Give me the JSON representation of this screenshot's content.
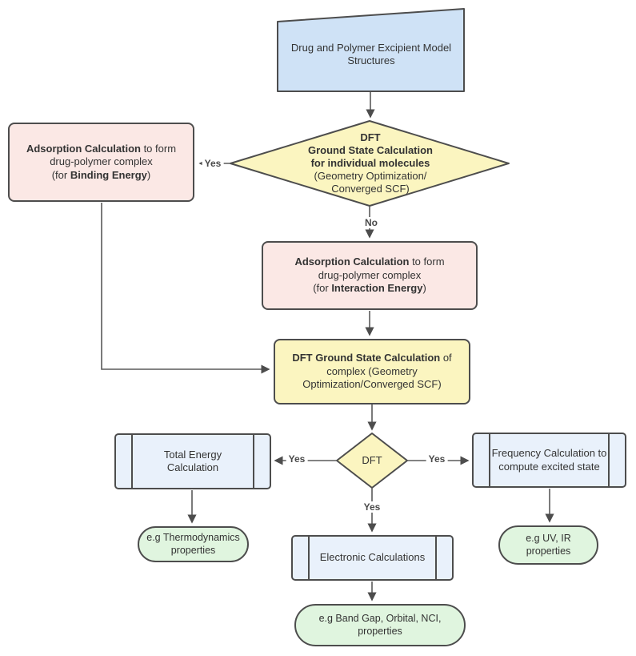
{
  "title": "DFT workflow flowchart for drug-polymer excipient modelling",
  "colors": {
    "canvas-bg": "#ffffff",
    "stroke": "#4d4d4d",
    "connector": "#5a5a5a",
    "text": "#333333",
    "node-blue": "#cfe2f6",
    "node-yellow": "#fbf5c0",
    "node-pink": "#fbe8e5",
    "node-lightblue": "#e9f1fb",
    "node-green": "#e0f5df"
  },
  "nodes": {
    "start": {
      "text": "Drug and Polymer Excipient Model Structures"
    },
    "dft_decision": {
      "line1": "DFT",
      "line2": "Ground State Calculation",
      "line3": "for individual molecules",
      "line4": "(Geometry Optimization/",
      "line5": "Converged SCF)"
    },
    "adsorption_binding": {
      "bold1": "Adsorption Calculation",
      "rest1": " to form",
      "line2": "drug-polymer complex",
      "pre3": "(for ",
      "bold3": "Binding Energy",
      "post3": ")"
    },
    "adsorption_interaction": {
      "bold1": "Adsorption Calculation",
      "rest1": " to form",
      "line2": "drug-polymer complex",
      "pre3": "(for ",
      "bold3": "Interaction Energy",
      "post3": ")"
    },
    "dft_complex": {
      "bold1": "DFT Ground State Calculation",
      "rest1": " of",
      "line2": "complex (Geometry",
      "line3": "Optimization/Converged SCF)"
    },
    "dft_decision2": {
      "text": "DFT"
    },
    "total_energy": {
      "text": "Total Energy Calculation"
    },
    "frequency": {
      "text": "Frequency Calculation to compute excited state"
    },
    "electronic": {
      "text": "Electronic Calculations"
    },
    "thermo": {
      "text": "e.g Thermodynamics properties"
    },
    "uv_ir": {
      "text": "e.g UV, IR properties"
    },
    "band_gap": {
      "text": "e.g Band Gap, Orbital, NCI, properties"
    }
  },
  "edge_labels": {
    "yes_binding": "Yes",
    "no_interaction": "No",
    "yes_total_energy": "Yes",
    "yes_frequency": "Yes",
    "yes_electronic": "Yes"
  }
}
